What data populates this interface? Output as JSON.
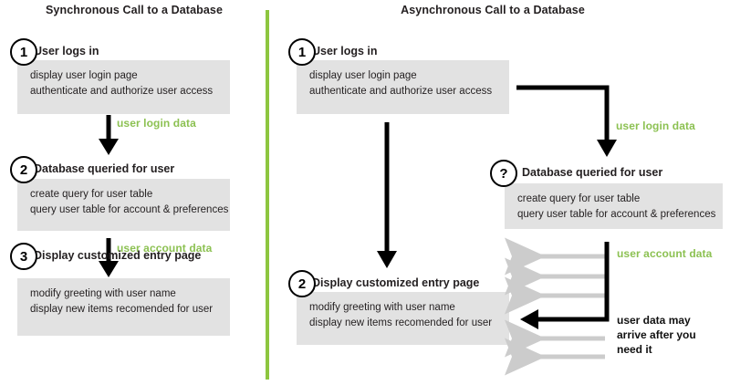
{
  "diagram": {
    "type": "comparison-flowchart",
    "divider_color": "#8dc63f",
    "accent_green": "#8cc152",
    "box_gray": "#e2e2e2",
    "arrow_black": "#000000",
    "arrow_gray": "#cccccc"
  },
  "left_panel": {
    "title": "Synchronous Call to a Database",
    "steps": [
      {
        "marker": "1",
        "heading": "User logs in",
        "details": [
          "display user login page",
          "authenticate and authorize user access"
        ]
      },
      {
        "marker": "2",
        "heading": "Database queried for user",
        "details": [
          "create query for user table",
          "query user table for account & preferences"
        ]
      },
      {
        "marker": "3",
        "heading": "Display customized entry page",
        "details": [
          "modify greeting with user name",
          "display new items recomended for user"
        ]
      }
    ],
    "flow_labels": [
      "user login data",
      "user account data"
    ]
  },
  "right_panel": {
    "title": "Asynchronous Call to a Database",
    "steps": [
      {
        "marker": "1",
        "heading": "User logs in",
        "details": [
          "display user login page",
          "authenticate and authorize user access"
        ]
      },
      {
        "marker": "2",
        "heading": "Display customized entry page",
        "details": [
          "modify greeting with user name",
          "display new items recomended for user"
        ]
      },
      {
        "marker": "?",
        "heading": "Database queried for user",
        "details": [
          "create query for user table",
          "query user table for account & preferences"
        ]
      }
    ],
    "flow_labels": [
      "user login data",
      "user account data"
    ],
    "note_lines": [
      "user data may",
      "arrive after you",
      "need it"
    ]
  }
}
